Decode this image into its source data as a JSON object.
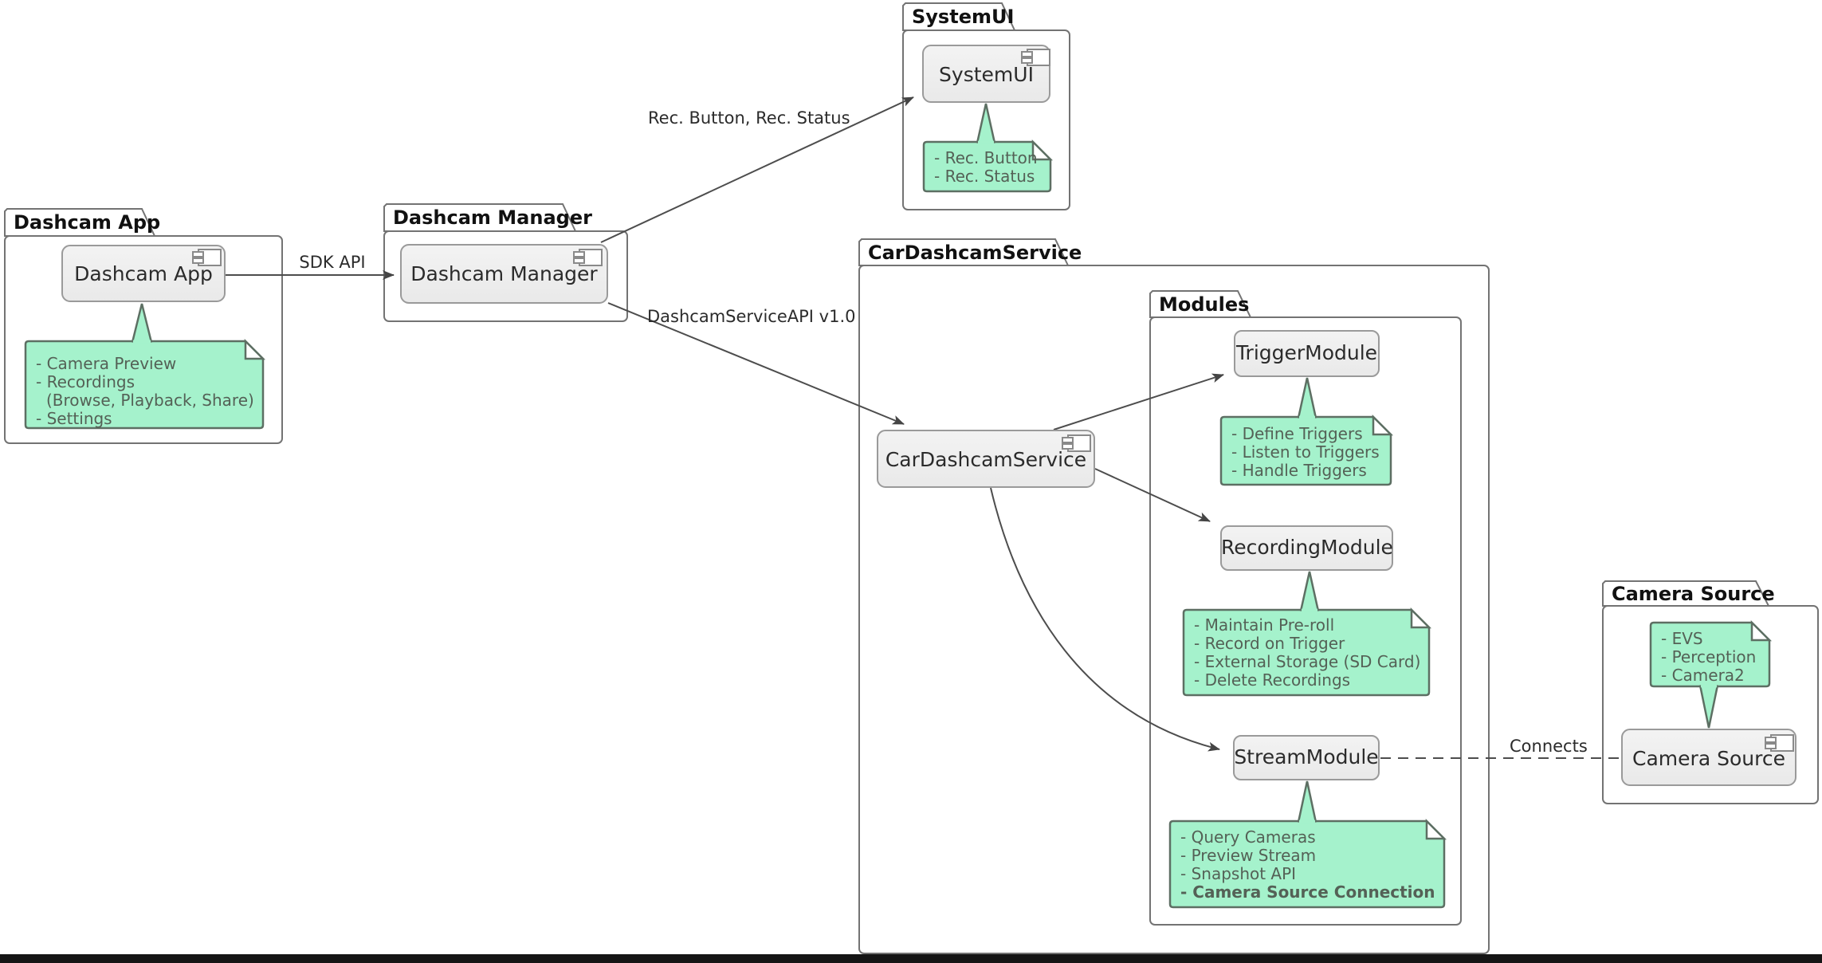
{
  "diagram_type": "uml-component-diagram",
  "packages": {
    "dashcam_app": {
      "title": "Dashcam App"
    },
    "dashcam_manager": {
      "title": "Dashcam Manager"
    },
    "systemui": {
      "title": "SystemUI"
    },
    "car_dashcam_service": {
      "title": "CarDashcamService"
    },
    "modules": {
      "title": "Modules"
    },
    "camera_source": {
      "title": "Camera Source"
    }
  },
  "components": {
    "dashcam_app": "Dashcam App",
    "dashcam_manager": "Dashcam Manager",
    "systemui": "SystemUI",
    "car_dashcam_service": "CarDashcamService",
    "trigger_module": "TriggerModule",
    "recording_module": "RecordingModule",
    "stream_module": "StreamModule",
    "camera_source": "Camera Source"
  },
  "notes": {
    "dashcam_app": {
      "lines": [
        "- Camera Preview",
        "- Recordings",
        "(Browse, Playback, Share)",
        "- Settings"
      ]
    },
    "systemui": {
      "lines": [
        "- Rec. Button",
        "- Rec. Status"
      ]
    },
    "trigger_module": {
      "lines": [
        "- Define Triggers",
        "- Listen to Triggers",
        "- Handle Triggers"
      ]
    },
    "recording_module": {
      "lines": [
        "- Maintain Pre-roll",
        "- Record on Trigger",
        "- External Storage (SD Card)",
        "- Delete Recordings"
      ]
    },
    "stream_module": {
      "lines": [
        "- Query Cameras",
        "- Preview Stream",
        "- Snapshot API",
        "- Camera Source Connection"
      ]
    },
    "camera_source": {
      "lines": [
        "- EVS",
        "- Perception",
        "- Camera2"
      ]
    }
  },
  "edge_labels": {
    "sdk_api": "SDK API",
    "rec_button_status": "Rec. Button, Rec. Status",
    "dashcam_service_api": "DashcamServiceAPI v1.0",
    "connects": "Connects"
  },
  "colors": {
    "note_fill": "#A5F2CC",
    "note_border": "#5D6F63",
    "note_text": "#546156",
    "component_fill": "#EFEFEF",
    "component_border": "#9A9A9A",
    "package_border": "#737373",
    "line": "#4D4D4D",
    "text": "#2B2B2B",
    "bottom_bar": "#151515"
  }
}
